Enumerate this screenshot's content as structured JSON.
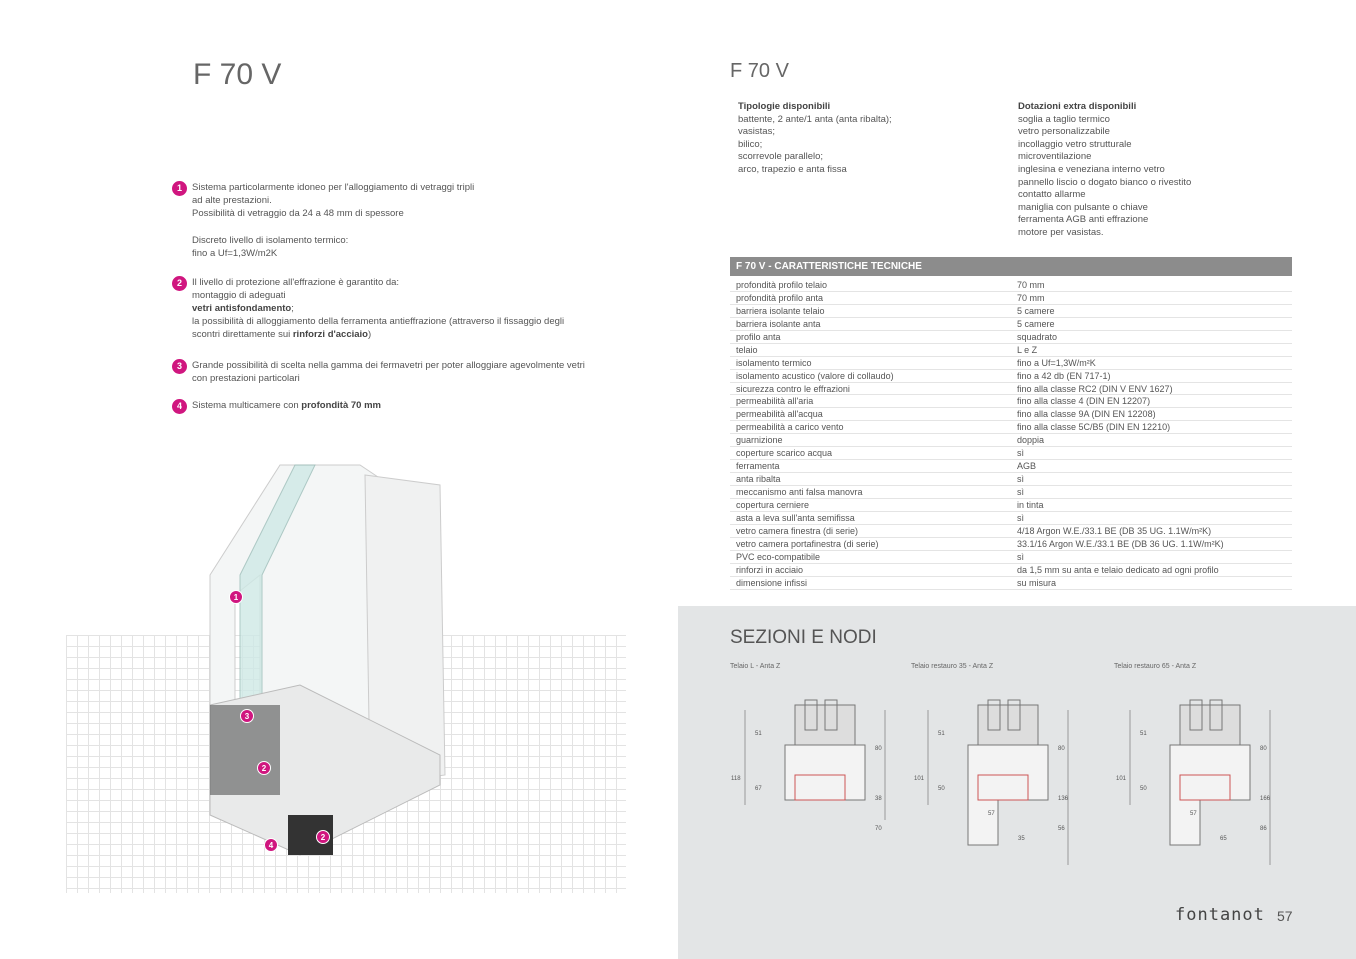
{
  "left": {
    "title": "F 70 V",
    "features": [
      {
        "num": "1",
        "lines": [
          "Sistema particolarmente idoneo per l'alloggiamento di vetraggi tripli",
          "ad alte prestazioni.",
          "Possibilità di vetraggio da 24 a 48 mm di spessore"
        ],
        "extra": [
          "Discreto livello di isolamento termico:",
          "fino a Uf=1,3W/m2K"
        ]
      },
      {
        "num": "2",
        "l1": "Il livello di protezione all'effrazione è garantito da:",
        "l2": "montaggio di adeguati",
        "bold1": "vetri antisfondamento",
        "semi": ";",
        "l3": "la possibilità di alloggiamento della ferramenta antieffrazione (attraverso il fissaggio degli",
        "l4": "scontri direttamente sui ",
        "bold2": "rinforzi d'acciaio",
        "close": ")"
      },
      {
        "num": "3",
        "lines": [
          "Grande possibilità di scelta nella gamma dei fermavetri per poter alloggiare agevolmente vetri",
          "con prestazioni particolari"
        ]
      },
      {
        "num": "4",
        "text": "Sistema multicamere con ",
        "bold": "profondità 70 mm"
      }
    ],
    "image_markers": [
      "1",
      "3",
      "2",
      "4",
      "2"
    ]
  },
  "right": {
    "title": "F 70 V",
    "tipologie": {
      "heading": "Tipologie disponibili",
      "items": [
        "battente, 2 ante/1 anta (anta ribalta);",
        "vasistas;",
        "bilico;",
        "scorrevole parallelo;",
        "arco, trapezio e anta fissa"
      ]
    },
    "dotazioni": {
      "heading": "Dotazioni extra disponibili",
      "items": [
        "soglia a taglio termico",
        "vetro personalizzabile",
        "incollaggio vetro strutturale",
        "microventilazione",
        "inglesina e veneziana interno vetro",
        "pannello liscio o dogato bianco o rivestito",
        "contatto allarme",
        "maniglia con pulsante o chiave",
        "ferramenta AGB anti effrazione",
        "motore per vasistas."
      ]
    },
    "table": {
      "header": "F 70 V - CARATTERISTICHE TECNICHE",
      "rows": [
        [
          "profondità profilo telaio",
          "70 mm"
        ],
        [
          "profondità profilo anta",
          "70 mm"
        ],
        [
          "barriera isolante telaio",
          "5 camere"
        ],
        [
          "barriera isolante anta",
          "5 camere"
        ],
        [
          "profilo anta",
          "squadrato"
        ],
        [
          "telaio",
          "L e Z"
        ],
        [
          "isolamento termico",
          "fino a Uf=1,3W/m²K"
        ],
        [
          "isolamento acustico (valore di collaudo)",
          "fino a 42 db (EN 717-1)"
        ],
        [
          "sicurezza contro le effrazioni",
          "fino alla classe RC2 (DIN V ENV 1627)"
        ],
        [
          "permeabilità all'aria",
          "fino alla classe 4 (DIN EN 12207)"
        ],
        [
          "permeabilità all'acqua",
          "fino alla classe 9A (DIN EN 12208)"
        ],
        [
          "permeabilità a carico vento",
          "fino alla classe 5C/B5 (DIN EN 12210)"
        ],
        [
          "guarnizione",
          "doppia"
        ],
        [
          "coperture scarico acqua",
          "sì"
        ],
        [
          "ferramenta",
          "AGB"
        ],
        [
          "anta ribalta",
          "sì"
        ],
        [
          "meccanismo anti falsa manovra",
          "sì"
        ],
        [
          "copertura cerniere",
          "in tinta"
        ],
        [
          "asta a leva sull'anta semifissa",
          "sì"
        ],
        [
          "vetro camera finestra (di serie)",
          "4/18 Argon W.E./33.1 BE (DB 35 UG. 1.1W/m²K)"
        ],
        [
          "vetro camera portafinestra (di serie)",
          "33.1/16 Argon W.E./33.1 BE (DB 36 UG. 1.1W/m²K)"
        ],
        [
          "PVC eco-compatibile",
          "sì"
        ],
        [
          "rinforzi in acciaio",
          "da 1,5 mm su anta e telaio dedicato ad ogni profilo"
        ],
        [
          "dimensione infissi",
          "su misura"
        ]
      ]
    },
    "sections": {
      "title": "SEZIONI E NODI",
      "items": [
        {
          "caption": "Telaio L - Anta Z",
          "dims": [
            "118",
            "51",
            "67",
            "80",
            "38",
            "70"
          ]
        },
        {
          "caption": "Telaio restauro 35 - Anta Z",
          "dims": [
            "101",
            "51",
            "50",
            "80",
            "136",
            "56",
            "57",
            "35"
          ]
        },
        {
          "caption": "Telaio restauro 65 - Anta Z",
          "dims": [
            "101",
            "51",
            "50",
            "80",
            "166",
            "86",
            "57",
            "65"
          ]
        }
      ]
    },
    "footer": {
      "brand": "fontanot",
      "page": "57"
    }
  }
}
